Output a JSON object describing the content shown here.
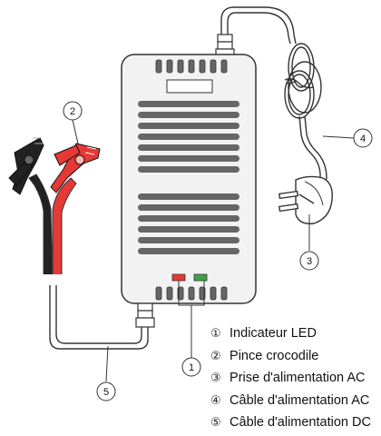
{
  "callouts": [
    {
      "number": "1",
      "part": "led-indicator"
    },
    {
      "number": "2",
      "part": "crocodile-clip"
    },
    {
      "number": "3",
      "part": "ac-plug"
    },
    {
      "number": "4",
      "part": "ac-cable"
    },
    {
      "number": "5",
      "part": "dc-cable"
    }
  ],
  "legend": [
    {
      "marker": "①",
      "text": "Indicateur LED"
    },
    {
      "marker": "②",
      "text": "Pince crocodile"
    },
    {
      "marker": "③",
      "text": "Prise d'alimentation AC"
    },
    {
      "marker": "④",
      "text": "Câble d'alimentation AC"
    },
    {
      "marker": "⑤",
      "text": "Câble d'alimentation DC"
    }
  ],
  "colors": {
    "charger_body": "#f2f2f2",
    "vent_slot": "#666666",
    "led_red": "#e53935",
    "led_green": "#43a047",
    "clip_black": "#222222",
    "clip_red": "#e53935",
    "outline": "#333333"
  },
  "icons": [
    "charger-body",
    "led-indicator",
    "crocodile-clip-black",
    "crocodile-clip-red",
    "ac-plug",
    "coiled-cable"
  ]
}
